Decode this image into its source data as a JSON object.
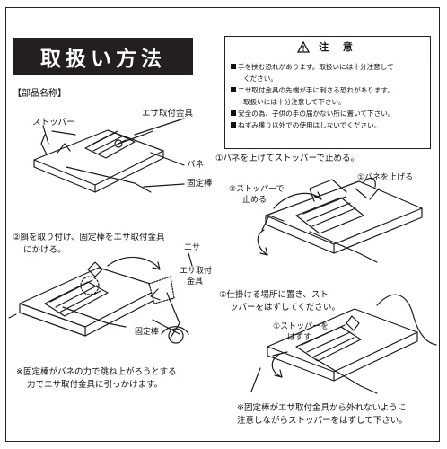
{
  "title": "取扱い方法",
  "caution": {
    "heading": "注 意",
    "items": [
      "手を挟む恐れがあります。取扱いには十分注意して",
      "ください。",
      "エサ取付金具の先端が手に刺さる恐れがあります。",
      "取扱いには十分注意して下さい。",
      "安全の為、子供の手の届かない所に置いて下さい。",
      "ねずみ獲り以外での使用はしないでください。"
    ]
  },
  "parts": {
    "section_label": "【部品名称】",
    "stopper": "ストッパー",
    "bait_hook": "エサ取付金具",
    "spring": "バネ",
    "fixing_rod": "固定棒"
  },
  "step1": {
    "text": "①バネを上げてストッパーで止める。",
    "lift_spring": "①バネを上げる",
    "stopper_line1": "②ストッパーで",
    "stopper_line2": "止める"
  },
  "step2": {
    "line1": "②餌を取り付け、固定棒をエサ取付金具",
    "line2": "にかける。",
    "bait": "エサ",
    "hook_line1": "エサ取付",
    "hook_line2": "金具",
    "rod": "固定棒",
    "note_line1": "※固定棒がバネの力で跳ね上がろうとする",
    "note_line2": "力でエサ取付金具に引っかけます。"
  },
  "step3": {
    "line1": "③仕掛ける場所に置き、スト",
    "line2": "ッパーをはずしてください。",
    "remove_line1": "①ストッパーを",
    "remove_line2": "はずす",
    "note_line1": "※固定棒がエサ取付金具から外れないように",
    "note_line2": "注意しながらストッパーをはずして下さい。"
  }
}
